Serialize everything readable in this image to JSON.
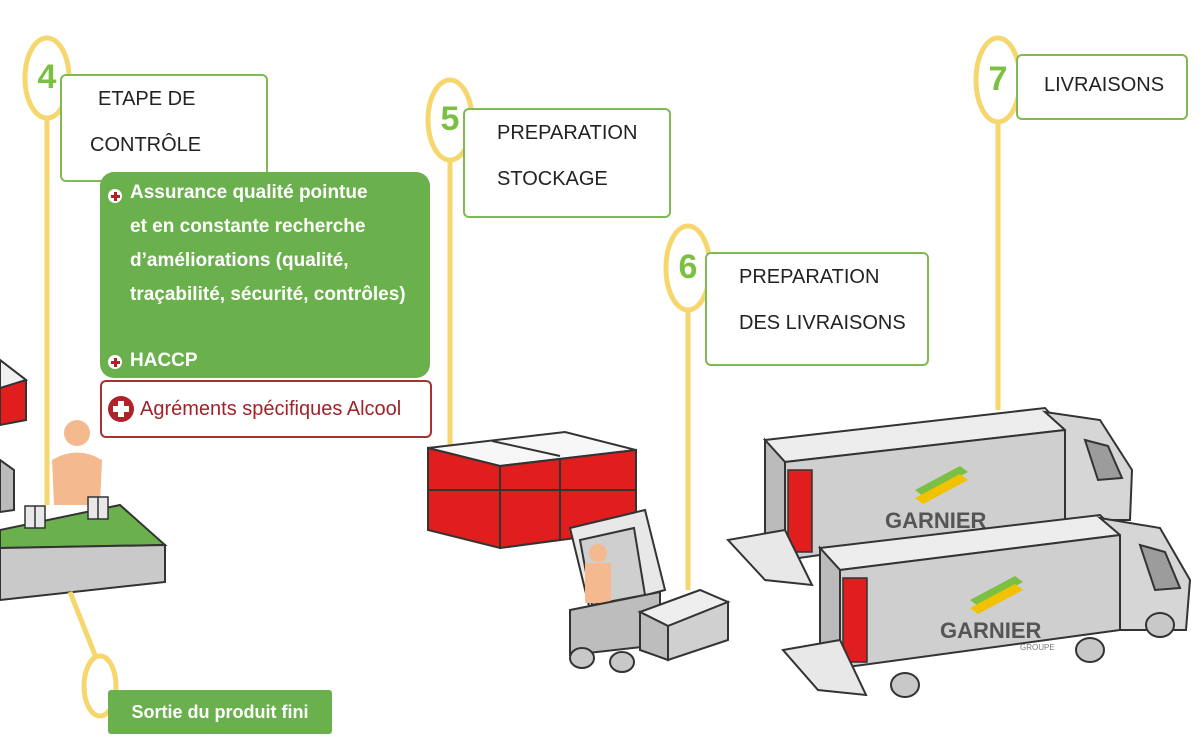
{
  "steps": [
    {
      "number": "4",
      "line1": "ETAPE DE",
      "line2": "CONTRÔLE"
    },
    {
      "number": "5",
      "line1": "PREPARATION",
      "line2": "STOCKAGE"
    },
    {
      "number": "6",
      "line1": "PREPARATION",
      "line2": "DES LIVRAISONS"
    },
    {
      "number": "7",
      "line1": "LIVRAISONS"
    }
  ],
  "quality_panel": {
    "items": [
      "Assurance qualité pointue et en constante recherche d’améliorations (qualité, traçabilité, sécurité, contrôles)",
      "HACCP"
    ],
    "lines": [
      "Assurance qualité pointue",
      "et en constante recherche",
      "d’améliorations (qualité,",
      "traçabilité, sécurité, contrôles)"
    ]
  },
  "alcool_label": "Agréments spécifiques Alcool",
  "sortie_label": "Sortie du produit fini",
  "truck_logo": {
    "name": "GARNIER",
    "sub": "GROUPE"
  },
  "colors": {
    "green": "#6ab04c",
    "number_green": "#7bc043",
    "yellow": "#f5d76e",
    "red_crate": "#e02020",
    "truck_grey": "#c8c8c8",
    "alcool_red": "#a0222a"
  }
}
